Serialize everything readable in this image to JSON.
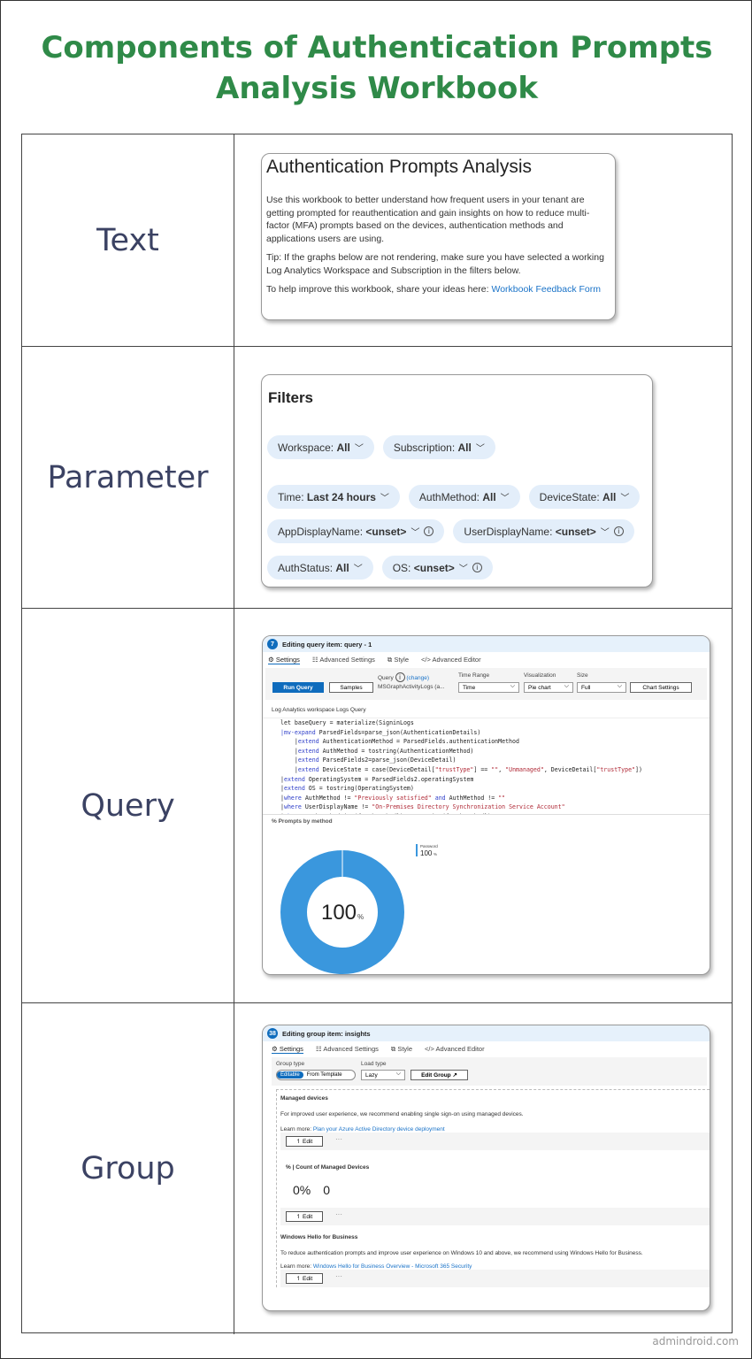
{
  "title": "Components of Authentication Prompts Analysis Workbook",
  "rows": [
    "Text",
    "Parameter",
    "Query",
    "Group"
  ],
  "text_panel": {
    "heading": "Authentication Prompts Analysis",
    "p1": "Use this workbook to better understand how frequent users in your tenant are getting prompted for reauthentication and gain insights on how to reduce multi-factor (MFA) prompts based on the devices, authentication methods and applications users are using.",
    "p2": "Tip: If the graphs below are not rendering, make sure you have selected a working Log Analytics Workspace and Subscription in the filters below.",
    "p3_prefix": "To help improve this workbook, share your ideas here: ",
    "p3_link": "Workbook Feedback Form"
  },
  "param_panel": {
    "heading": "Filters",
    "chips": [
      {
        "label": "Workspace: ",
        "value": "All",
        "info": false
      },
      {
        "label": "Subscription: ",
        "value": "All",
        "info": false
      },
      {
        "label": "Time: ",
        "value": "Last 24 hours",
        "info": false
      },
      {
        "label": "AuthMethod: ",
        "value": "All",
        "info": false
      },
      {
        "label": "DeviceState: ",
        "value": "All",
        "info": false
      },
      {
        "label": "AppDisplayName: ",
        "value": "<unset>",
        "info": true
      },
      {
        "label": "UserDisplayName: ",
        "value": "<unset>",
        "info": true
      },
      {
        "label": "AuthStatus: ",
        "value": "All",
        "info": false
      },
      {
        "label": "OS: ",
        "value": "<unset>",
        "info": true
      }
    ]
  },
  "query_panel": {
    "badge": "7",
    "header": "Editing query item: query - 1",
    "tabs": [
      "Settings",
      "Advanced Settings",
      "Style",
      "Advanced Editor"
    ],
    "run_query": "Run Query",
    "samples": "Samples",
    "query_label": "Query",
    "change": "(change)",
    "query_value": "MSGraphActivityLogs (a...",
    "time_range_label": "Time Range",
    "time_range": "Time",
    "visualization_label": "Visualization",
    "visualization": "Pie chart",
    "size_label": "Size",
    "size": "Full",
    "chart_settings": "Chart Settings",
    "editor_label": "Log Analytics workspace Logs Query",
    "chart_title": "% Prompts by method",
    "center_value": "100",
    "center_unit": "%",
    "legend_name": "Password",
    "legend_value": "100",
    "legend_unit": "%",
    "color": "#3a97dd"
  },
  "group_panel": {
    "badge": "38",
    "header": "Editing group item: insights",
    "tabs": [
      "Settings",
      "Advanced Settings",
      "Style",
      "Advanced Editor"
    ],
    "group_type_label": "Group type",
    "editable": "Editable",
    "from_template": "From Template",
    "load_type_label": "Load type",
    "load_type": "Lazy",
    "edit_group": "Edit Group",
    "s1_title": "Managed devices",
    "s1_text": "For improved user experience, we recommend enabling single sign-on using managed devices.",
    "learn_more": "Learn more: ",
    "s1_link": "Plan your Azure Active Directory device deployment",
    "edit": "↿ Edit",
    "more": "···",
    "s2_title": "% | Count of Managed Devices",
    "s2_pct": "0%",
    "s2_count": "0",
    "s3_title": "Windows Hello for Business",
    "s3_text": "To reduce authentication prompts and improve user experience on Windows 10 and above, we recommend using Windows Hello for Business.",
    "s3_link": "Windows Hello for Business Overview - Microsoft 365 Security"
  },
  "footer": "admindroid.com"
}
